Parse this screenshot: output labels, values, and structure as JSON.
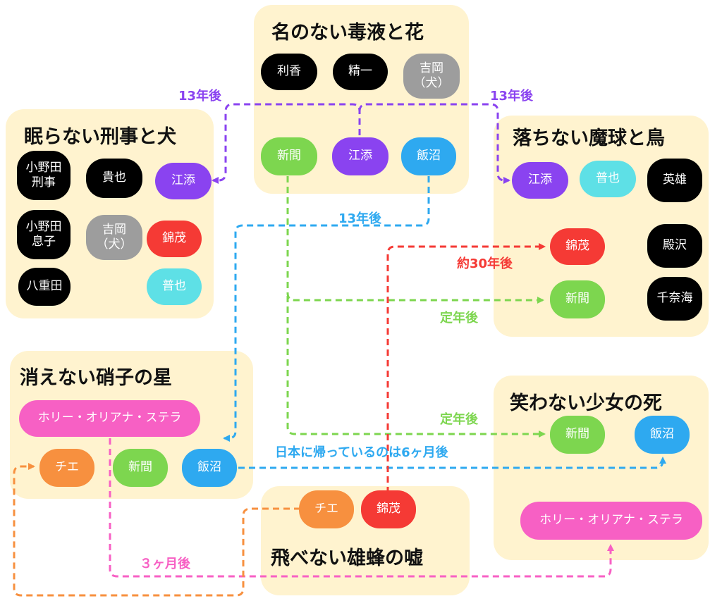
{
  "colors": {
    "panel": "#fff3cf",
    "purple": "#8a43f0",
    "green": "#7dd64f",
    "blue": "#2ea9f0",
    "red": "#f53a35",
    "pink": "#f760c4",
    "orange": "#f7903f",
    "cyan": "#5ee0e6",
    "black": "#000000",
    "gray": "#9d9d9d"
  },
  "panels": {
    "top": {
      "title": "名のない毒液と花",
      "n1": "利香",
      "n2": "精一",
      "n3": "吉岡\n（犬）",
      "n4": "新間",
      "n5": "江添",
      "n6": "飯沼"
    },
    "left": {
      "title": "眠らない刑事と犬",
      "n1": "小野田\n刑事",
      "n2": "貴也",
      "n3": "江添",
      "n4": "小野田\n息子",
      "n5": "吉岡\n（犬）",
      "n6": "錦茂",
      "n7": "八重田",
      "n8": "普也"
    },
    "right": {
      "title": "落ちない魔球と鳥",
      "n1": "江添",
      "n2": "普也",
      "n3": "英雄",
      "n4": "錦茂",
      "n5": "殿沢",
      "n6": "新間",
      "n7": "千奈海"
    },
    "glass": {
      "title": "消えない硝子の星",
      "n1": "ホリー・オリアナ・ステラ",
      "n2": "チエ",
      "n3": "新間",
      "n4": "飯沼"
    },
    "girl": {
      "title": "笑わない少女の死",
      "n1": "新間",
      "n2": "飯沼",
      "n3": "ホリー・オリアナ・ステラ"
    },
    "bee": {
      "title": "飛べない雄蜂の嘘",
      "n1": "チエ",
      "n2": "錦茂"
    }
  },
  "labels": {
    "l13a": "13年後",
    "l13b": "13年後",
    "l13c": "13年後",
    "l30": "約30年後",
    "teinen1": "定年後",
    "teinen2": "定年後",
    "japan": "日本に帰っているのは6ヶ月後",
    "three": "３ヶ月後"
  }
}
